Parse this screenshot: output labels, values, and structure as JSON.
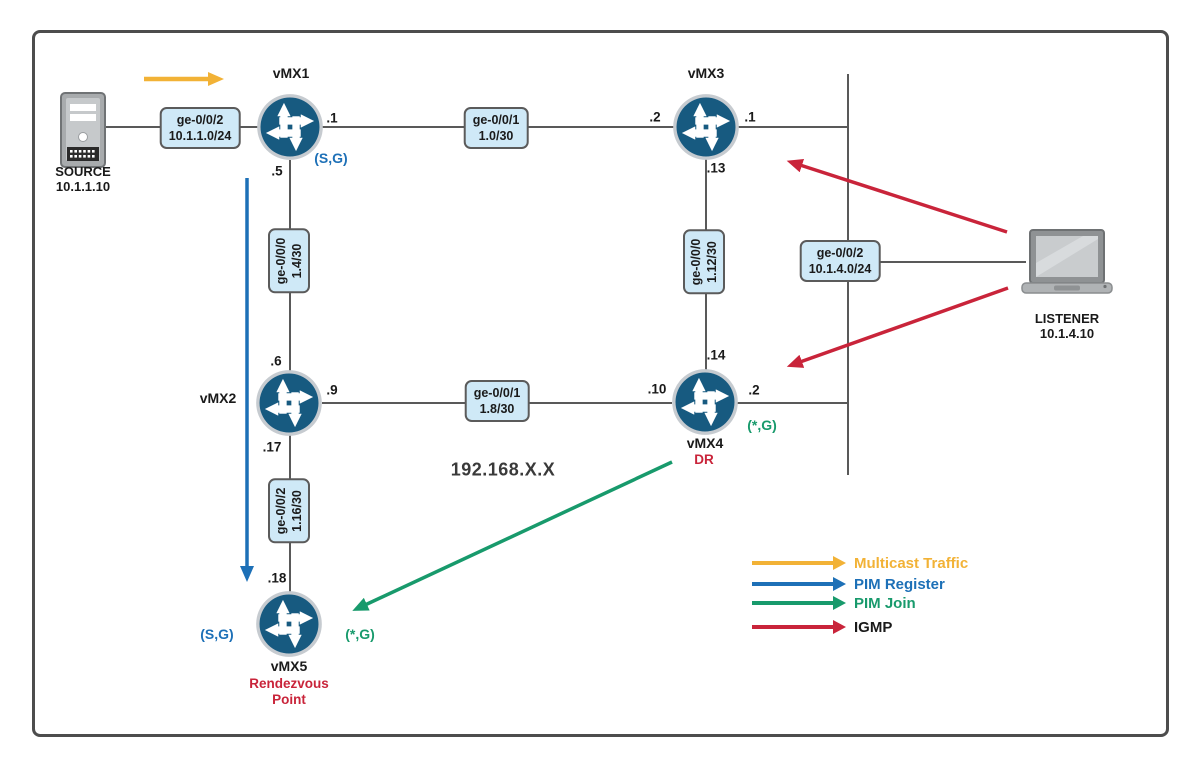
{
  "network_label": "192.168.X.X",
  "source": {
    "name": "SOURCE",
    "ip": "10.1.1.10"
  },
  "listener": {
    "name": "LISTENER",
    "ip": "10.1.4.10"
  },
  "routers": {
    "vmx1": {
      "name": "vMX1",
      "port_right": ".1",
      "port_bottom": ".5",
      "entry": "(S,G)"
    },
    "vmx2": {
      "name": "vMX2",
      "port_top": ".6",
      "port_right": ".9",
      "port_bottom": ".17"
    },
    "vmx3": {
      "name": "vMX3",
      "port_left": ".2",
      "port_right": ".1",
      "port_bottom": ".13"
    },
    "vmx4": {
      "name": "vMX4",
      "port_top": ".14",
      "port_left": ".10",
      "port_right": ".2",
      "entry": "(*,G)",
      "role": "DR"
    },
    "vmx5": {
      "name": "vMX5",
      "port_top": ".18",
      "entry_left": "(S,G)",
      "entry_right": "(*,G)",
      "role_line1": "Rendezvous",
      "role_line2": "Point"
    }
  },
  "interface_labels": {
    "source_vmx1": {
      "port": "ge-0/0/2",
      "subnet": "10.1.1.0/24"
    },
    "vmx1_vmx3": {
      "port": "ge-0/0/1",
      "subnet": "1.0/30"
    },
    "vmx1_vmx2": {
      "port": "ge-0/0/0",
      "subnet": "1.4/30"
    },
    "vmx3_vmx4": {
      "port": "ge-0/0/0",
      "subnet": "1.12/30"
    },
    "listener_lan": {
      "port": "ge-0/0/2",
      "subnet": "10.1.4.0/24"
    },
    "vmx2_vmx4": {
      "port": "ge-0/0/1",
      "subnet": "1.8/30"
    },
    "vmx2_vmx5": {
      "port": "ge-0/0/2",
      "subnet": "1.16/30"
    }
  },
  "legend": [
    {
      "label": "Multicast Traffic",
      "color": "#F2B236"
    },
    {
      "label": "PIM Register",
      "color": "#1D70B7"
    },
    {
      "label": "PIM Join",
      "color": "#189A6C"
    },
    {
      "label": "IGMP",
      "color": "#C9243A"
    }
  ],
  "colors": {
    "router_fill": "#175A80",
    "router_ring": "#C6CBD0",
    "link_line": "#595959",
    "interface_box_fill": "#CFE9F7",
    "multicast_traffic": "#F2B236",
    "pim_register": "#1D70B7",
    "pim_join": "#189A6C",
    "igmp": "#C9243A",
    "role_text": "#C9243A",
    "frame_border": "#4D4D4D"
  }
}
